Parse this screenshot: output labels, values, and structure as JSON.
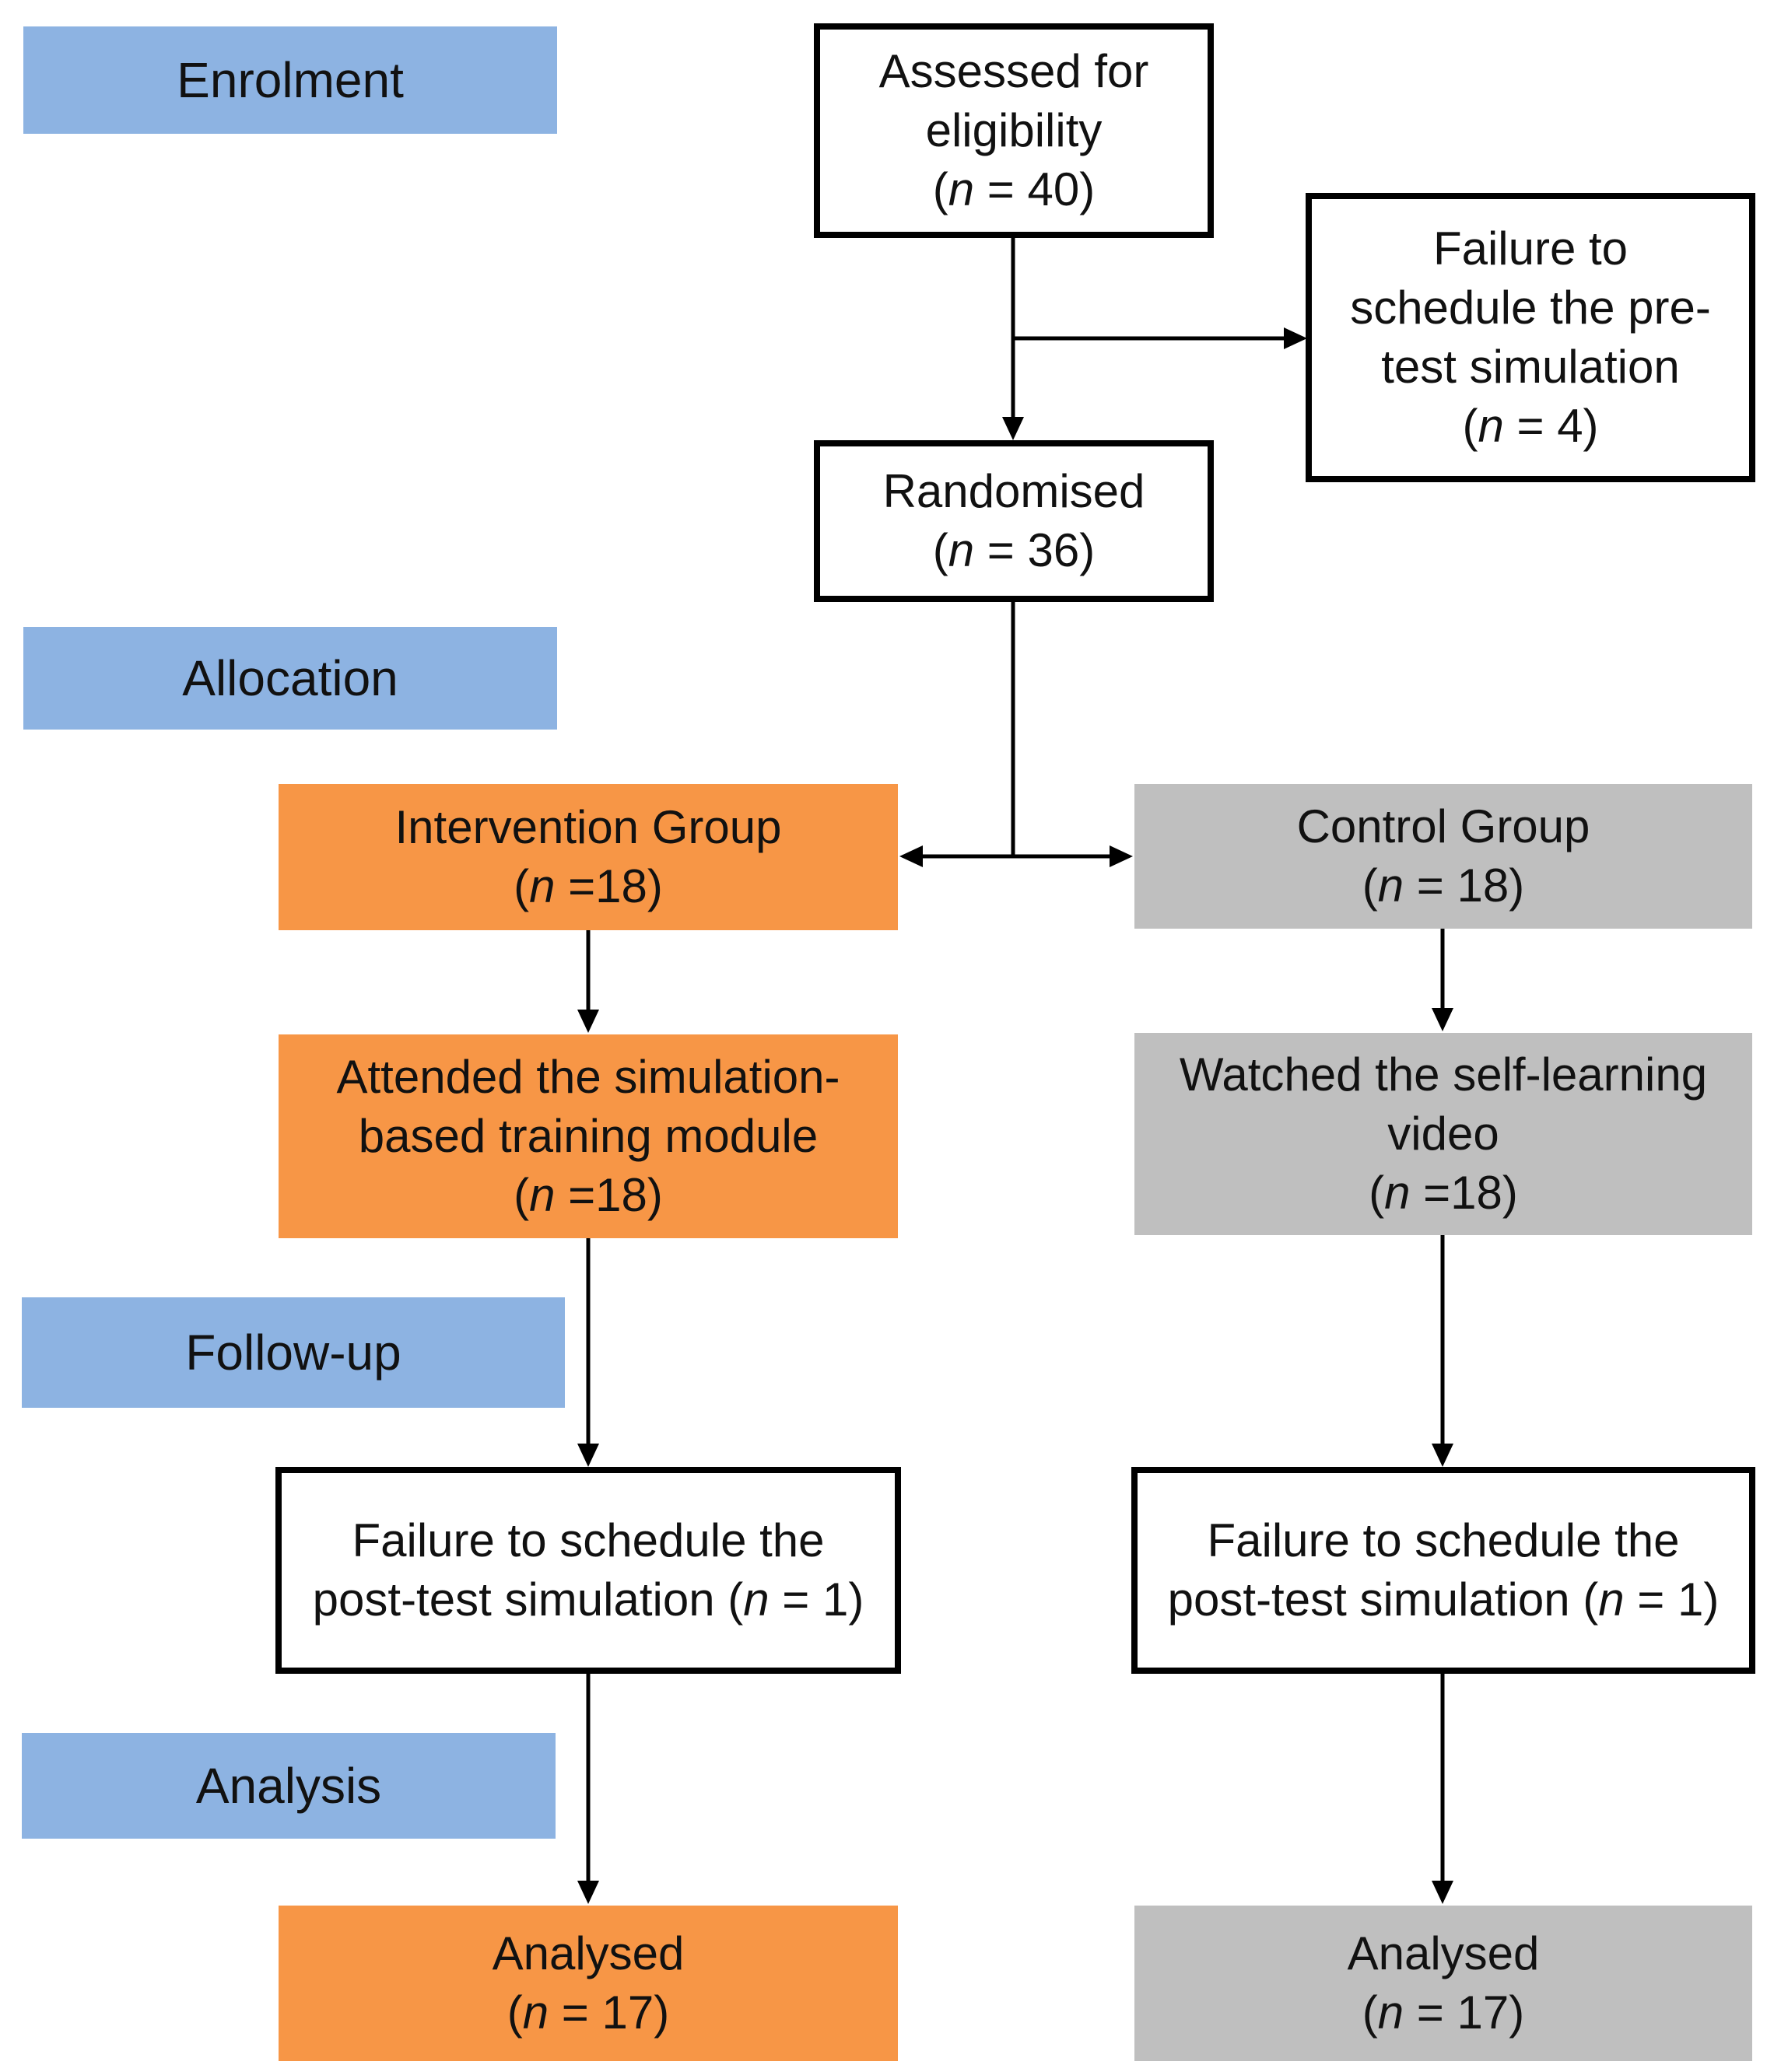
{
  "colors": {
    "stage": "#8DB3E2",
    "intervention": "#F79646",
    "control": "#BFBFBF",
    "outline": "#000000"
  },
  "stages": {
    "enrolment": "Enrolment",
    "allocation": "Allocation",
    "follow_up": "Follow-up",
    "analysis": "Analysis"
  },
  "boxes": {
    "assessed": {
      "lines": [
        "Assessed for",
        "eligibility"
      ],
      "n_prefix": "(",
      "n_var": "n",
      "n_suffix": " = 40)"
    },
    "excluded": {
      "lines": [
        "Failure to",
        "schedule the pre-",
        "test simulation"
      ],
      "n_prefix": "(",
      "n_var": "n",
      "n_suffix": " = 4)"
    },
    "randomised": {
      "lines": [
        "Randomised"
      ],
      "n_prefix": "(",
      "n_var": "n",
      "n_suffix": " = 36)"
    },
    "intervention_group": {
      "lines": [
        "Intervention Group"
      ],
      "n_prefix": "(",
      "n_var": "n",
      "n_suffix": " =18)"
    },
    "control_group": {
      "lines": [
        "Control Group"
      ],
      "n_prefix": "(",
      "n_var": "n",
      "n_suffix": " = 18)"
    },
    "intervention_attended": {
      "lines": [
        "Attended the simulation-",
        "based training module"
      ],
      "n_prefix": "(",
      "n_var": "n",
      "n_suffix": " =18)"
    },
    "control_watched": {
      "lines": [
        "Watched the self-learning",
        "video"
      ],
      "n_prefix": "(",
      "n_var": "n",
      "n_suffix": " =18)"
    },
    "intervention_followup": {
      "line1": "Failure to schedule the",
      "line2_prefix": "post-test simulation (",
      "n_var": "n",
      "n_suffix": " = 1)"
    },
    "control_followup": {
      "line1": "Failure to schedule the",
      "line2_prefix": "post-test simulation (",
      "n_var": "n",
      "n_suffix": " = 1)"
    },
    "intervention_analysed": {
      "lines": [
        "Analysed"
      ],
      "n_prefix": "(",
      "n_var": "n",
      "n_suffix": " = 17)"
    },
    "control_analysed": {
      "lines": [
        "Analysed"
      ],
      "n_prefix": "(",
      "n_var": "n",
      "n_suffix": " = 17)"
    }
  }
}
